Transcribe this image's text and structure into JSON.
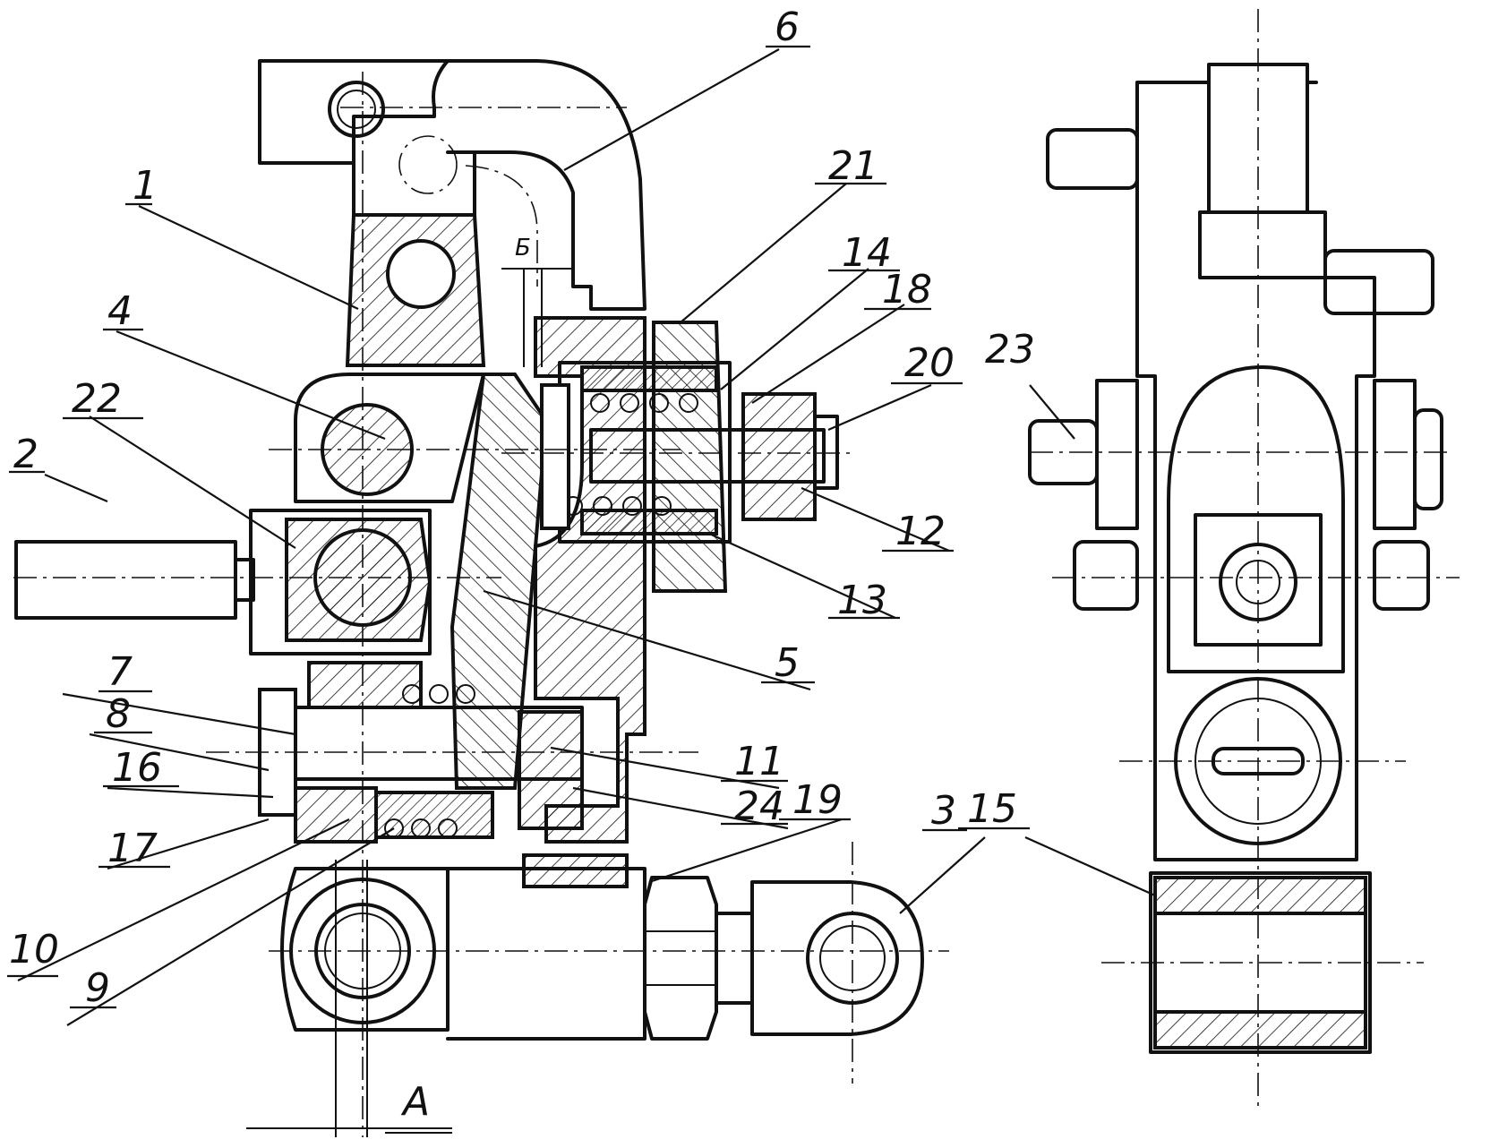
{
  "labels": {
    "l1": "1",
    "l2": "2",
    "l3": "3",
    "l4": "4",
    "l5": "5",
    "l6": "6",
    "l7": "7",
    "l8": "8",
    "l9": "9",
    "l10": "10",
    "l11": "11",
    "l12": "12",
    "l13": "13",
    "l14": "14",
    "l15": "15",
    "l16": "16",
    "l17": "17",
    "l18": "18",
    "l19": "19",
    "l20": "20",
    "l21": "21",
    "l22": "22",
    "l23": "23",
    "l24": "24",
    "dimA": "A",
    "dimB": "Б"
  }
}
